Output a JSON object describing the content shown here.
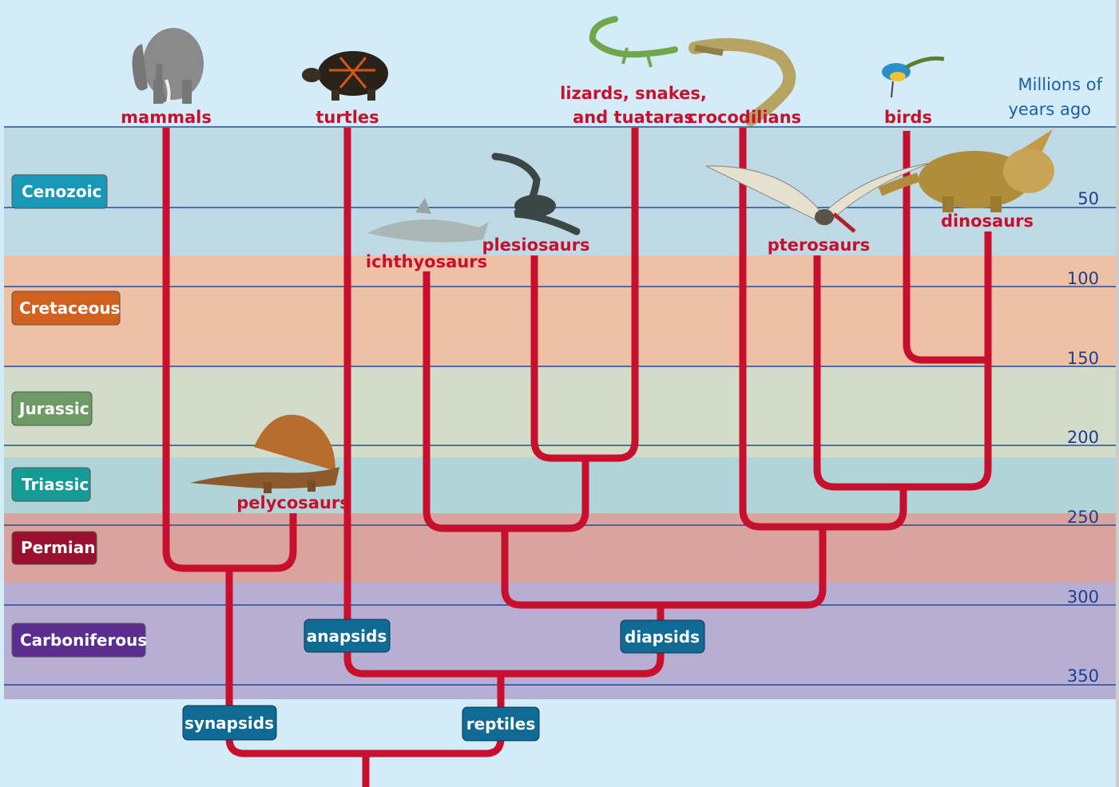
{
  "periods": [
    {
      "label": "Cenozoic",
      "color": "#1897b7"
    },
    {
      "label": "Cretaceous",
      "color": "#d2601f"
    },
    {
      "label": "Jurassic",
      "color": "#6e9b64"
    },
    {
      "label": "Triassic",
      "color": "#159b96"
    },
    {
      "label": "Permian",
      "color": "#9b0f2e"
    },
    {
      "label": "Carboniferous",
      "color": "#5b2d8f"
    }
  ],
  "axis": {
    "title_line1": "Millions of",
    "title_line2": "years ago",
    "ticks": [
      "50",
      "100",
      "150",
      "200",
      "250",
      "300",
      "350"
    ]
  },
  "taxa": {
    "mammals": "mammals",
    "turtles": "turtles",
    "lizards_line1": "lizards, snakes,",
    "lizards_line2": "and tuataras",
    "crocodilians": "crocodilians",
    "birds": "birds",
    "ichthyosaurs": "ichthyosaurs",
    "plesiosaurs": "plesiosaurs",
    "pterosaurs": "pterosaurs",
    "dinosaurs": "dinosaurs",
    "pelycosaurs": "pelycosaurs"
  },
  "groups": {
    "anapsids": "anapsids",
    "diapsids": "diapsids",
    "synapsids": "synapsids",
    "reptiles": "reptiles"
  },
  "colors": {
    "branch": "#c8102e",
    "group_box": "#0f6a94",
    "sky": "#d3ecf7"
  }
}
